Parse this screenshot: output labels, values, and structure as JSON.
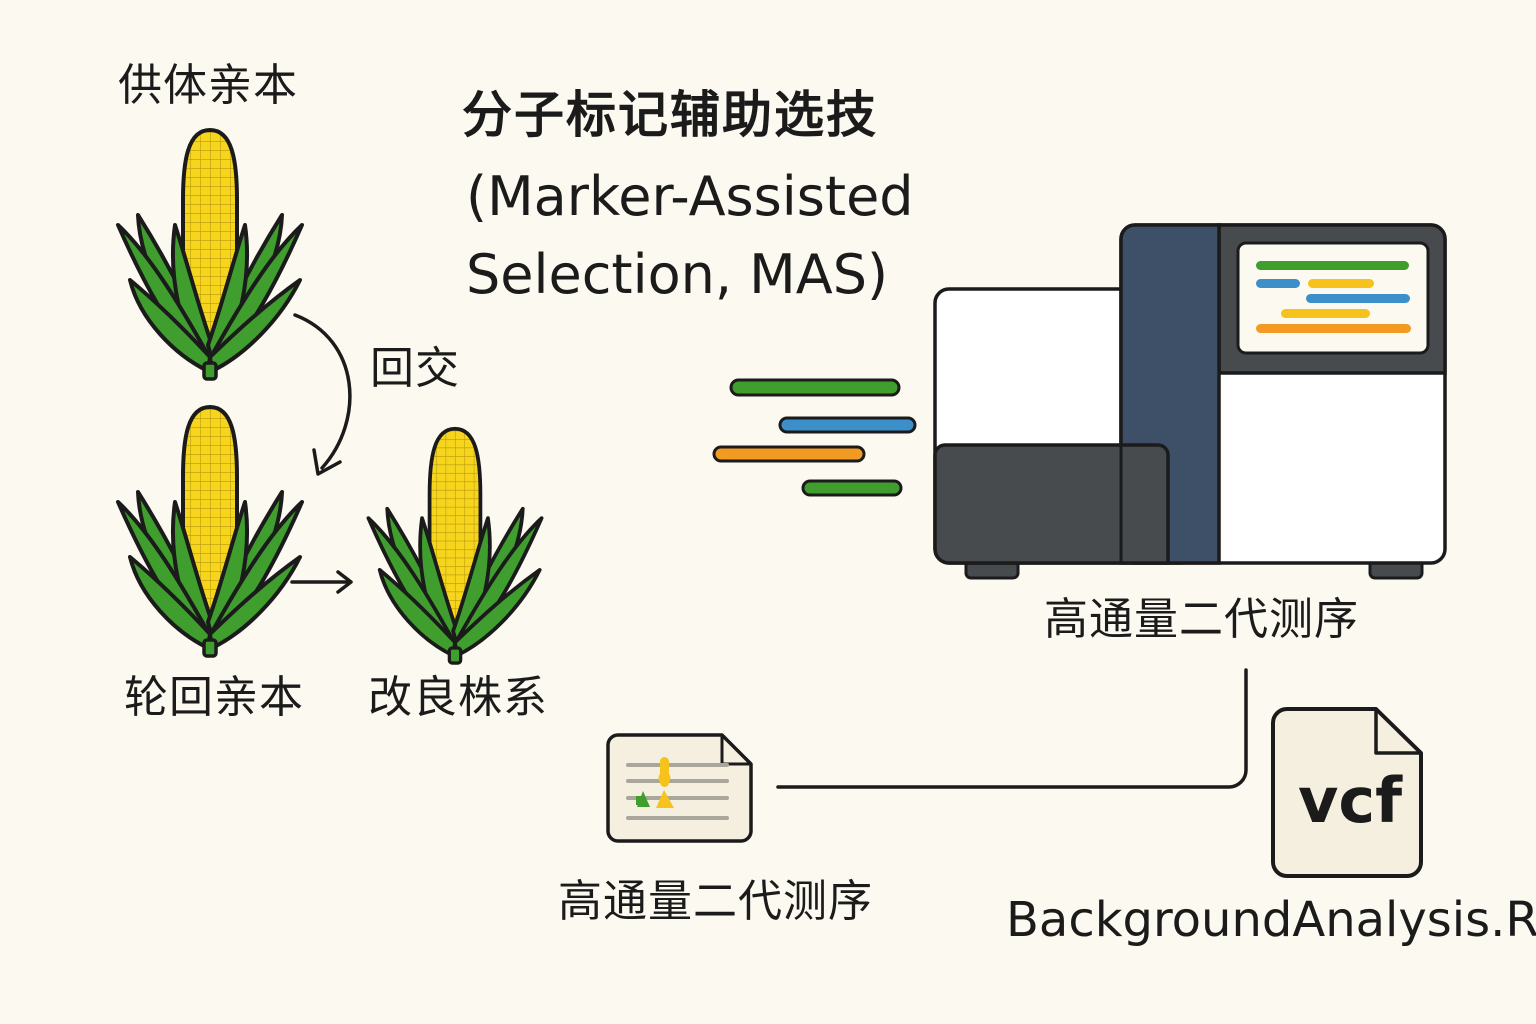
{
  "labels": {
    "donor_parent": "供体亲本",
    "backcross": "回交",
    "recurrent_parent": "轮回亲本",
    "improved_line": "改良株系",
    "title_cn": "分子标记辅助选技",
    "title_en_line1": "(Marker-Assisted",
    "title_en_line2": "Selection, MAS)",
    "sequencer_label": "高通量二代测序",
    "gel_label": "高通量二代测序",
    "script_file": "BackgroundAnalysis.R",
    "vcf_icon_text": "vcf"
  },
  "colors": {
    "background": "#fcf9f0",
    "leaf_green": "#3f9e2e",
    "corn_yellow": "#f6d51c",
    "outline": "#1b1b1b",
    "machine_navy": "#3d5068",
    "machine_dark": "#474b4e",
    "machine_body": "#ffffff",
    "read_green": "#3f9e2e",
    "read_blue": "#3c8fc8",
    "read_orange": "#f29a22",
    "read_yellow": "#f6c21c"
  },
  "icons": {
    "corn_plants": [
      "corn-plant-icon",
      "corn-plant-icon",
      "corn-plant-icon"
    ],
    "sequencer": "sequencer-machine-icon",
    "gel": "gel-document-icon",
    "vcf_file": "vcf-file-icon"
  }
}
